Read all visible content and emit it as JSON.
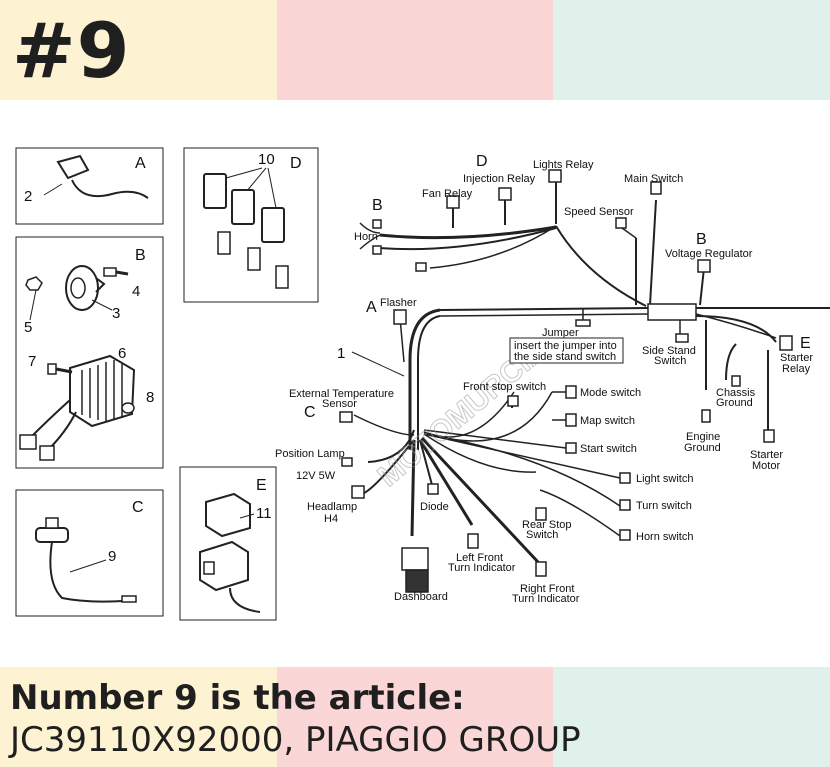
{
  "header": {
    "number_label": "#9"
  },
  "caption": {
    "line1": "Number 9 is the article:",
    "line2": "JC39110X92000, PIAGGIO GROUP"
  },
  "colors": {
    "band_yellow": "#fdf3d3",
    "band_pink": "#fbd6d6",
    "band_green": "#dff1ea",
    "text": "#1f1f1f"
  },
  "watermark": "MOTOMURCIA",
  "panels": {
    "A": {
      "letter": "A",
      "part": "2"
    },
    "B": {
      "letter": "B",
      "parts": [
        "3",
        "4",
        "5",
        "6",
        "7",
        "8"
      ]
    },
    "C": {
      "letter": "C",
      "part": "9"
    },
    "D": {
      "letter": "D",
      "part": "10"
    },
    "E": {
      "letter": "E",
      "part": "11"
    }
  },
  "wiring": {
    "harness_number": "1",
    "letter_d": "D",
    "letter_b_left": "B",
    "letter_b_right": "B",
    "letter_a": "A",
    "letter_c": "C",
    "letter_e": "E",
    "lights_relay": "Lights Relay",
    "injection_relay": "Injection Relay",
    "fan_relay": "Fan Relay",
    "main_switch": "Main Switch",
    "speed_sensor": "Speed Sensor",
    "horn": "Horn",
    "voltage_regulator": "Voltage Regulator",
    "flasher": "Flasher",
    "jumper": "Jumper",
    "jumper_note_1": "insert the jumper into",
    "jumper_note_2": "the side stand switch",
    "side_stand_switch_1": "Side Stand",
    "side_stand_switch_2": "Switch",
    "starter_relay_1": "Starter",
    "starter_relay_2": "Relay",
    "chassis_ground_1": "Chassis",
    "chassis_ground_2": "Ground",
    "engine_ground_1": "Engine",
    "engine_ground_2": "Ground",
    "starter_motor_1": "Starter",
    "starter_motor_2": "Motor",
    "ext_temp_1": "External Temperature",
    "ext_temp_2": "Sensor",
    "front_stop_switch": "Front stop switch",
    "mode_switch": "Mode switch",
    "map_switch": "Map switch",
    "start_switch": "Start switch",
    "position_lamp_1": "Position Lamp",
    "position_lamp_2": "12V 5W",
    "headlamp_1": "Headlamp",
    "headlamp_2": "H4",
    "diode": "Diode",
    "light_switch": "Light switch",
    "turn_switch": "Turn switch",
    "horn_switch": "Horn switch",
    "rear_stop_1": "Rear Stop",
    "rear_stop_2": "Switch",
    "left_front_1": "Left Front",
    "left_front_2": "Turn Indicator",
    "right_front_1": "Right Front",
    "right_front_2": "Turn Indicator",
    "dashboard": "Dashboard"
  }
}
